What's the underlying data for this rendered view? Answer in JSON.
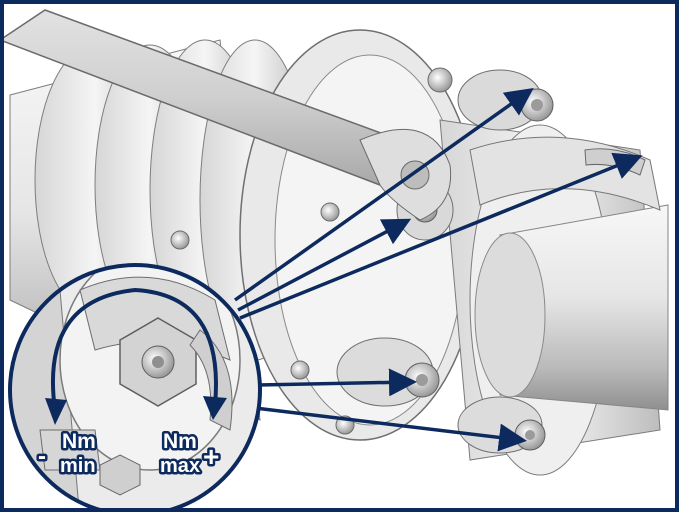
{
  "labels": {
    "left": {
      "unit": "Nm",
      "sub": "min",
      "sign": "-"
    },
    "right": {
      "unit": "Nm",
      "sub": "max",
      "sign": "+"
    }
  },
  "colors": {
    "frame": "#0d2a5e",
    "arrow": "#0d2a5e",
    "metal_light": "#f2f2f2",
    "metal_mid": "#cfcfcf",
    "metal_dark": "#8e8e8e"
  },
  "icons": {
    "torque_rotation": "curved-double-arrow-icon"
  }
}
